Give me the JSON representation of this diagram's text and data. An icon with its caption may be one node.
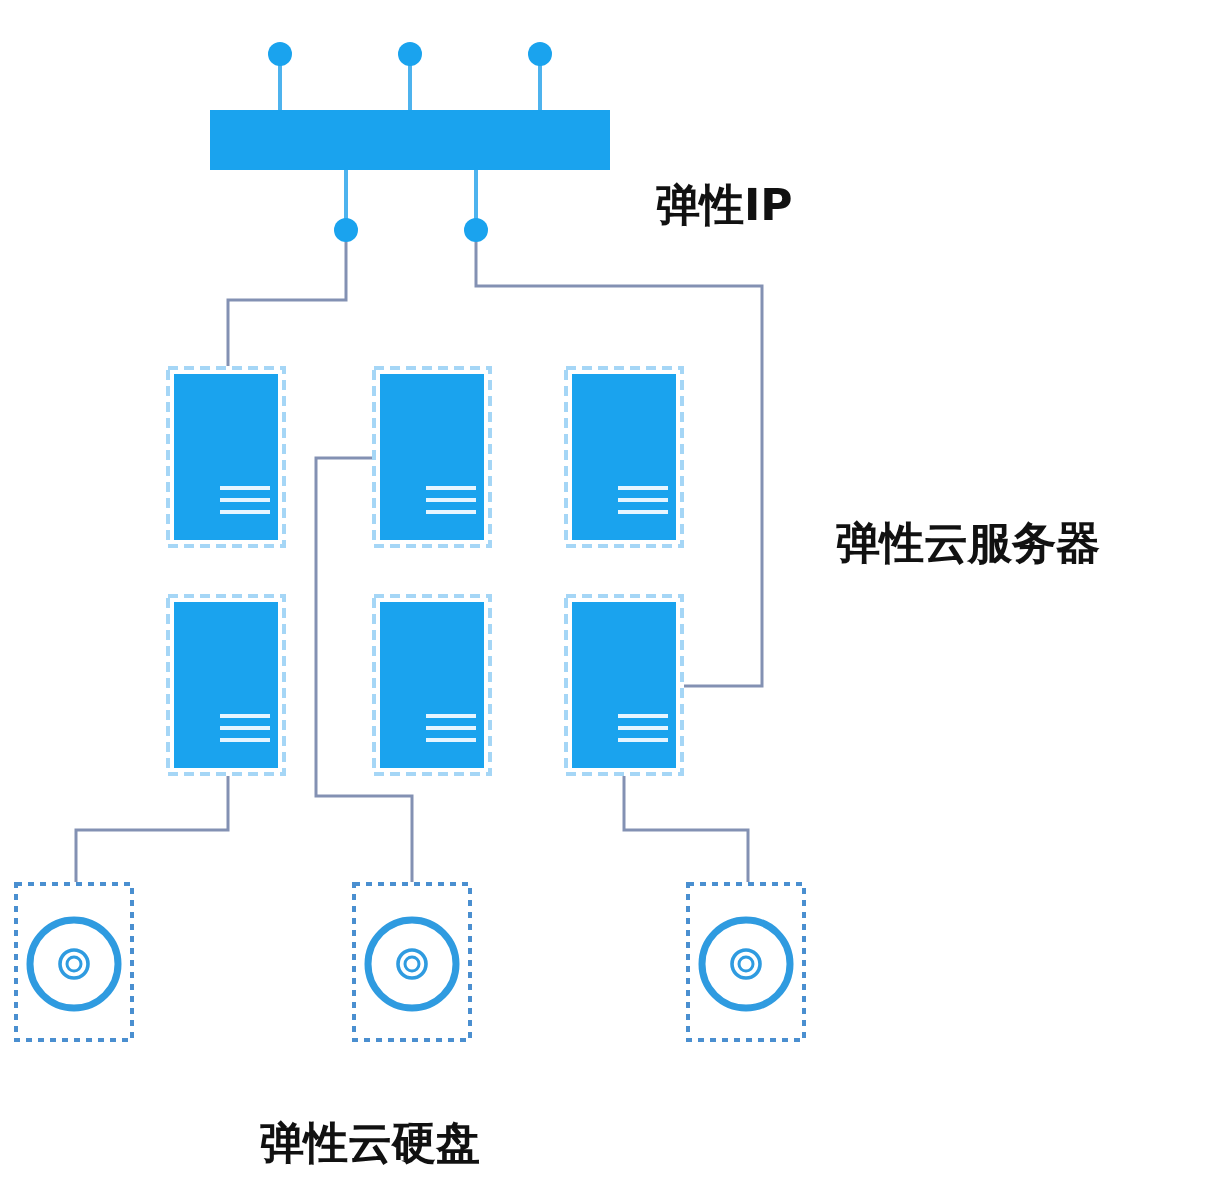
{
  "diagram": {
    "nodes": [
      {
        "text": [],
        "shape": "bar"
      },
      {
        "text": [],
        "shape": "server"
      },
      {
        "text": [],
        "shape": "server"
      },
      {
        "text": [],
        "shape": "server"
      },
      {
        "text": [],
        "shape": "server"
      },
      {
        "text": [],
        "shape": "server"
      },
      {
        "text": [],
        "shape": "server"
      },
      {
        "text": [],
        "shape": "disk"
      },
      {
        "text": [],
        "shape": "disk"
      },
      {
        "text": [],
        "shape": "disk"
      }
    ],
    "edges": [
      {
        "from": 0,
        "to": 1,
        "arrow": "none"
      },
      {
        "from": 0,
        "to": 6,
        "arrow": "none"
      },
      {
        "from": 2,
        "to": 8,
        "arrow": "none"
      },
      {
        "from": 4,
        "to": 7,
        "arrow": "none"
      },
      {
        "from": 6,
        "to": 9,
        "arrow": "none"
      }
    ],
    "labels": [
      "弹性IP",
      "弹性云服务器",
      "弹性云硬盘"
    ]
  }
}
